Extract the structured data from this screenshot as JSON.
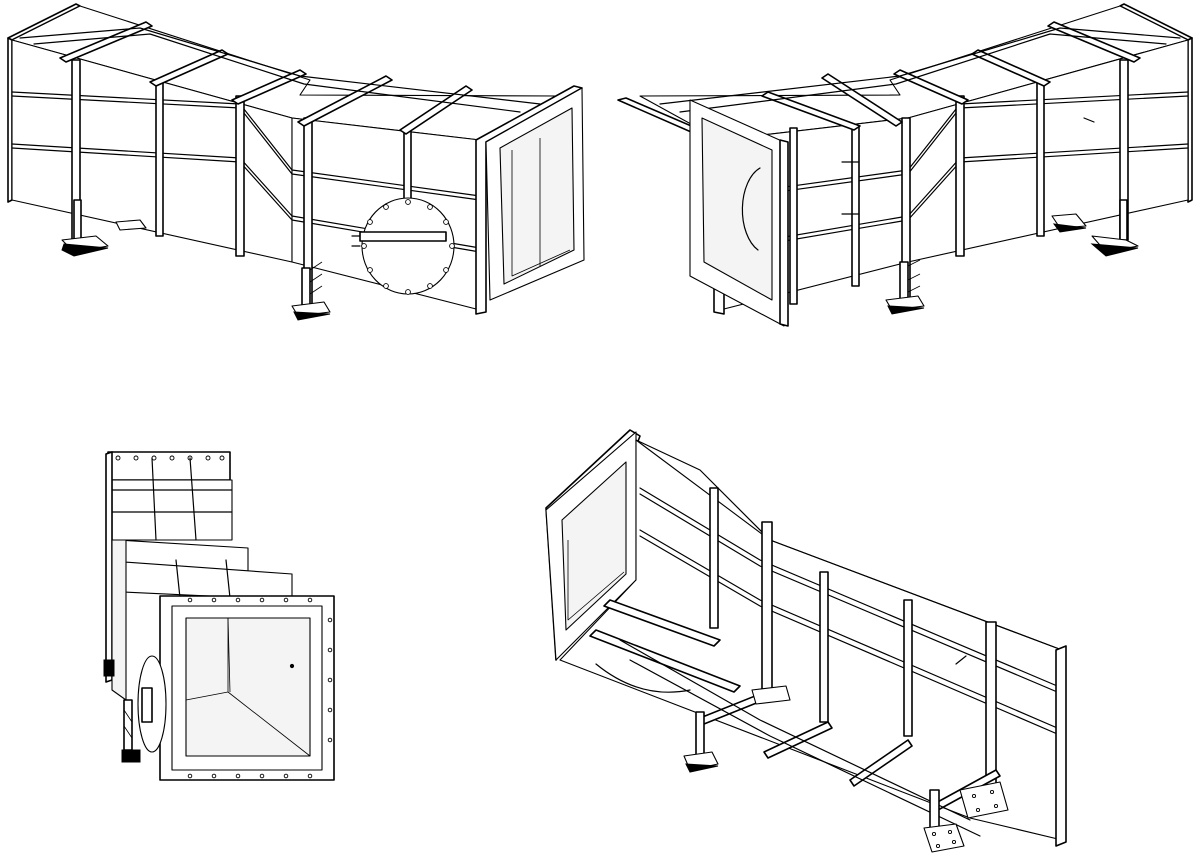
{
  "views": [
    {
      "name": "view-front-left"
    },
    {
      "name": "view-front-right"
    },
    {
      "name": "view-end"
    },
    {
      "name": "view-bottom"
    }
  ]
}
